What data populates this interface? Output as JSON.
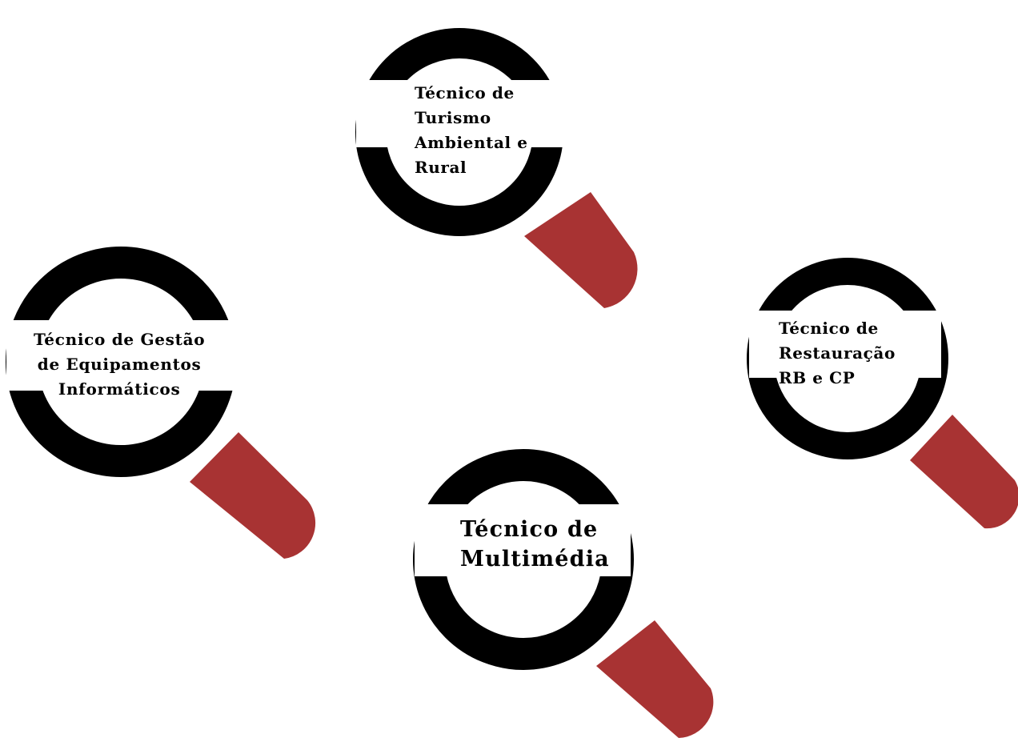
{
  "colors": {
    "ring": "#000000",
    "handle": "#a83333",
    "background": "#ffffff",
    "text": "#000000"
  },
  "magnifiers": [
    {
      "id": "turismo",
      "icon": "magnifying-glass-icon",
      "lines": [
        "Técnico de",
        "Turismo",
        "Ambiental e",
        "Rural"
      ]
    },
    {
      "id": "gestao",
      "icon": "magnifying-glass-icon",
      "lines": [
        "Técnico de Gestão",
        "de Equipamentos",
        "Informáticos"
      ]
    },
    {
      "id": "restauracao",
      "icon": "magnifying-glass-icon",
      "lines": [
        "Técnico de",
        "Restauração",
        "RB e CP"
      ]
    },
    {
      "id": "multimedia",
      "icon": "magnifying-glass-icon",
      "lines": [
        "Técnico de",
        "Multimédia"
      ]
    }
  ]
}
